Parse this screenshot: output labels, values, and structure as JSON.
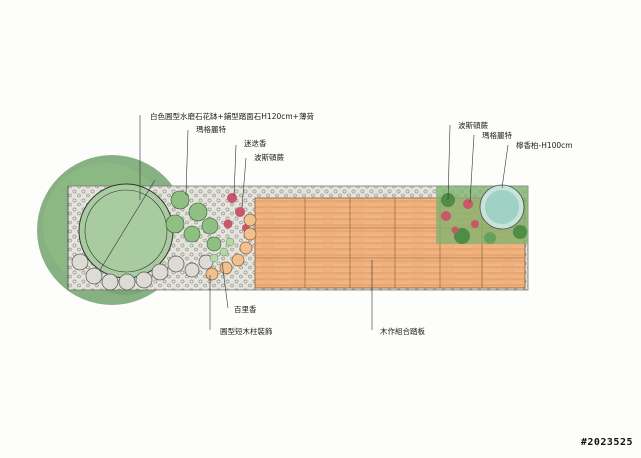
{
  "labels": {
    "top_main": "白色圓型水磨石花缽+鋪型踏面石H120cm+薄荷",
    "rosemary_left": "瑪格麗特",
    "rosemary_center": "迷迭香",
    "persian_left": "波斯頓蕨",
    "thyme": "百里香",
    "log_posts": "圓型短木柱裝飾",
    "deck": "木作組合踏板",
    "persian_right": "波斯頓蕨",
    "marguerite_right": "瑪格麗特",
    "cypress": "檸香柏",
    "cypress_height": "H100cm"
  },
  "watermark": "#2023525",
  "colors": {
    "tree_green": "#6fa36a",
    "deck_orange": "#e9a870",
    "gravel": "#d6d6d0",
    "flower_pink": "#c9566a",
    "shrub_green": "#62a25a",
    "pot_cyan": "#9fd3c8"
  }
}
